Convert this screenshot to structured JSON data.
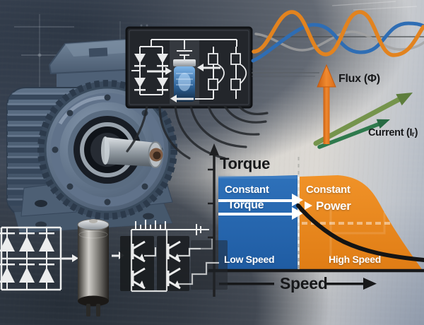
{
  "vectors": {
    "flux_label": "Flux (Φ)",
    "current_label": "Current (Iᵣ)"
  },
  "chart": {
    "y_axis_label": "Torque",
    "x_axis_label": "Speed",
    "regions": [
      {
        "title_line1": "Constant",
        "title_line2": "Torque",
        "zone_label": "Low Speed"
      },
      {
        "title_line1": "Constant",
        "title_line2": "Power",
        "zone_label": "High Speed"
      }
    ]
  },
  "icons": {
    "motor": "electric-motor-illustration",
    "drive_panel": "rectifier-dclink-inverter-panel",
    "waveforms": "three-phase-sine-waves",
    "flux_arrow": "orange-up-arrow",
    "current_arrows": "green-diagonal-arrows",
    "diode_bridge": "diode-bridge-schematic",
    "dc_capacitor": "dc-link-capacitor-photo",
    "igbt_module": "igbt-inverter-schematic"
  },
  "colors": {
    "wave_orange": "#E2831F",
    "wave_blue": "#2E6DB4",
    "wave_gray": "#A3A3A3",
    "flux_arrow_orange": "#E8701C",
    "current_green_light": "#75944C",
    "current_green_dark": "#2F7A4D",
    "region_blue": "#2368B1",
    "region_orange": "#EE8C1E",
    "curve_black": "#141414",
    "schematic_white": "#ECEDED"
  },
  "chart_data": {
    "type": "area",
    "title": "",
    "xlabel": "Speed",
    "ylabel": "Torque",
    "grid": false,
    "legend": false,
    "x_axis_zones": [
      {
        "label": "Low Speed",
        "range_frac": [
          0.04,
          0.42
        ]
      },
      {
        "label": "High Speed",
        "range_frac": [
          0.42,
          1.0
        ]
      }
    ],
    "series": [
      {
        "name": "Constant Torque region",
        "kind": "filled-band",
        "fill": "#2368B1",
        "x_frac": [
          0.04,
          0.42
        ],
        "y_top_frac": 0.77
      },
      {
        "name": "Constant Power region",
        "kind": "filled-band",
        "fill": "#EE8C1E",
        "x_frac": [
          0.42,
          1.0
        ],
        "y_top_frac": 0.77
      },
      {
        "name": "Torque curve",
        "kind": "line",
        "color": "#141414",
        "points_frac": [
          [
            0.42,
            0.53
          ],
          [
            0.5,
            0.4
          ],
          [
            0.6,
            0.28
          ],
          [
            0.72,
            0.17
          ],
          [
            0.85,
            0.11
          ],
          [
            1.0,
            0.09
          ]
        ]
      }
    ],
    "annotations": [
      "Constant Torque",
      "Constant Power",
      "Low Speed",
      "High Speed"
    ]
  }
}
